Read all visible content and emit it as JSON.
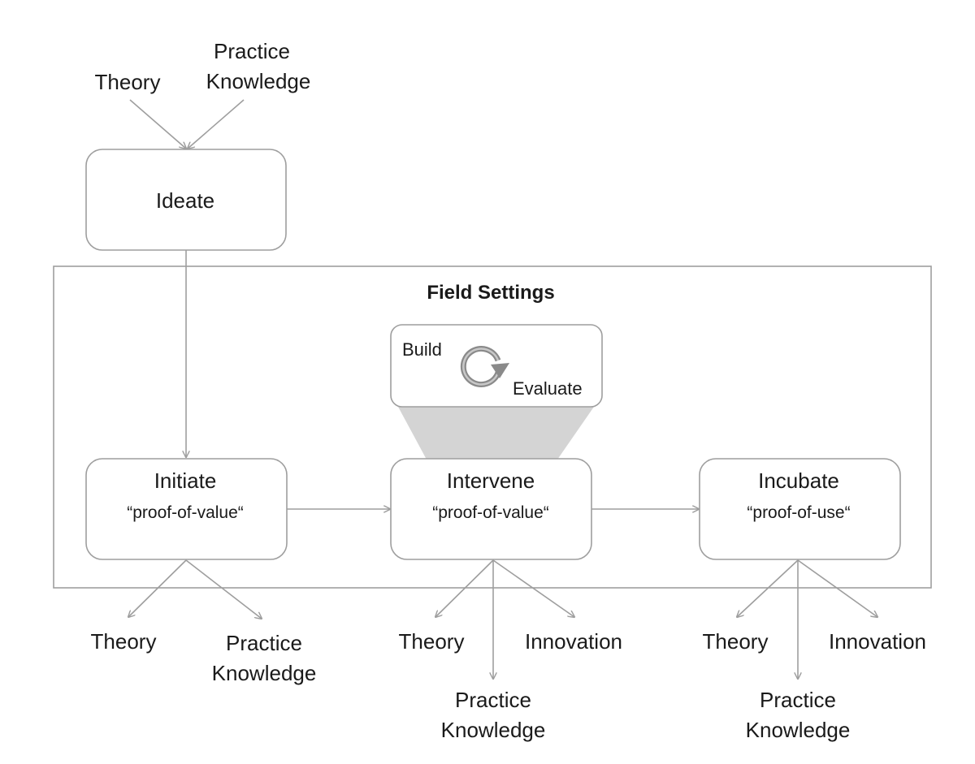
{
  "inputs": {
    "theory": "Theory",
    "practice_line1": "Practice",
    "practice_line2": "Knowledge"
  },
  "ideate": {
    "label": "Ideate"
  },
  "field_settings": {
    "title": "Field Settings"
  },
  "build_evaluate": {
    "build": "Build",
    "evaluate": "Evaluate",
    "icon": "cycle-icon"
  },
  "stages": [
    {
      "title": "Initiate",
      "subtitle": "“proof-of-value“"
    },
    {
      "title": "Intervene",
      "subtitle": "“proof-of-value“"
    },
    {
      "title": "Incubate",
      "subtitle": "“proof-of-use“"
    }
  ],
  "outputs": {
    "initiate": {
      "theory": "Theory",
      "practice_line1": "Practice",
      "practice_line2": "Knowledge"
    },
    "intervene": {
      "theory": "Theory",
      "innovation": "Innovation",
      "practice_line1": "Practice",
      "practice_line2": "Knowledge"
    },
    "incubate": {
      "theory": "Theory",
      "innovation": "Innovation",
      "practice_line1": "Practice",
      "practice_line2": "Knowledge"
    }
  },
  "colors": {
    "line": "#9e9e9e",
    "funnel": "#d4d4d4",
    "cycle_icon": "#8a8a8a",
    "text": "#1a1a1a"
  }
}
